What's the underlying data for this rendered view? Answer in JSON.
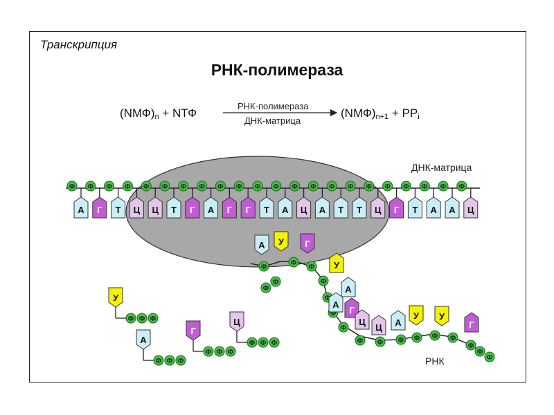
{
  "section_label": "Транскрипция",
  "title": "РНК-полимераза",
  "equation": {
    "left_base": "(NМФ)",
    "left_sub": "n",
    "left_rest": " + NТФ",
    "arrow_top": "РНК-полимераза",
    "arrow_bottom": "ДНК-матрица",
    "right_base": "(NМФ)",
    "right_sub": "n+1",
    "right_mid": " + PP",
    "right_sub2": "i"
  },
  "labels": {
    "dna": "ДНК-матрица",
    "rna": "РНК"
  },
  "phosphate_symbol": "Ф",
  "dna_bases": [
    "А",
    "Г",
    "Т",
    "Ц",
    "Ц",
    "Т",
    "Г",
    "А",
    "Г",
    "Г",
    "Т",
    "А",
    "Ц",
    "А",
    "Т",
    "Т",
    "Ц",
    "Г",
    "Т",
    "А",
    "А",
    "Ц"
  ],
  "rna_chain_bases": [
    "А",
    "У",
    "Г",
    "У",
    "А",
    "А",
    "Г",
    "Ц",
    "Ц",
    "А",
    "У",
    "У",
    "Г"
  ],
  "free_nucleotides": [
    {
      "base": "У",
      "phosphates": 3
    },
    {
      "base": "А",
      "phosphates": 3
    },
    {
      "base": "Г",
      "phosphates": 3
    },
    {
      "base": "Ц",
      "phosphates": 3
    }
  ],
  "colors": {
    "А": "#c9eef8",
    "Г": "#c25cd4",
    "Т": "#c9eef8",
    "Ц": "#e4c6ea",
    "У": "#f7f200",
    "phosphate": "#4cbb4c",
    "enzyme": "#a8a8a8"
  }
}
